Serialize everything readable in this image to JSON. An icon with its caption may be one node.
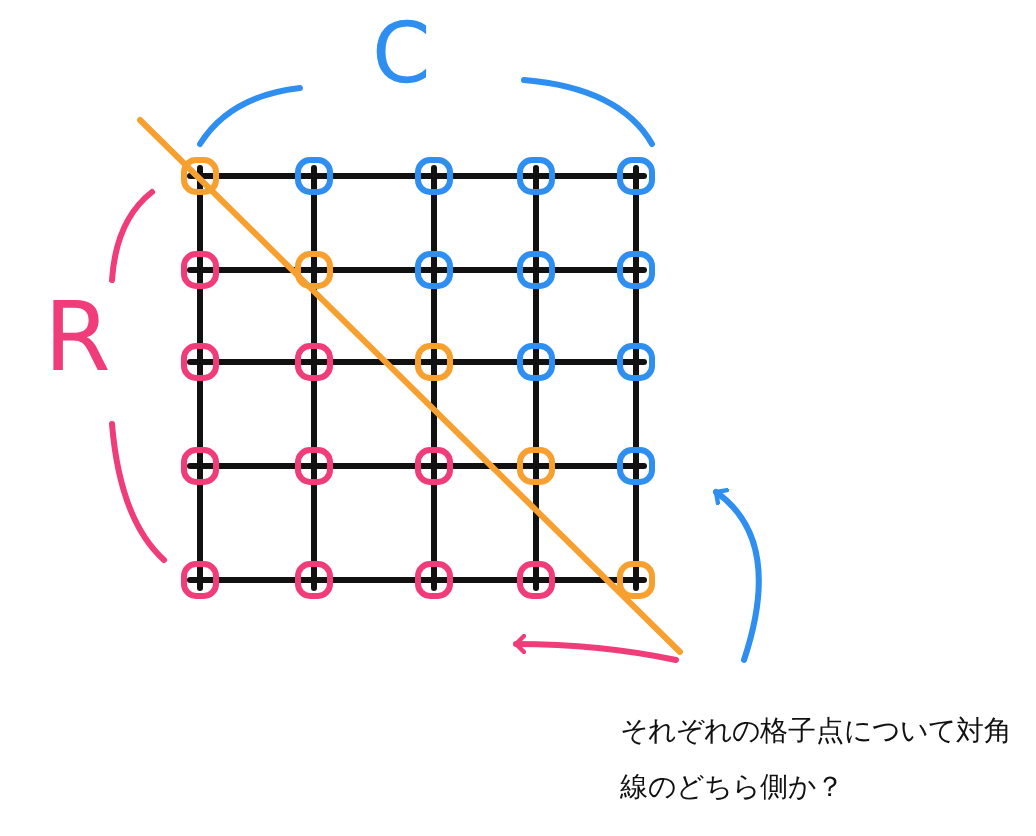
{
  "diagram": {
    "labels": [
      "C",
      "R",
      "それぞれの格子点について対角線のどちら側か？"
    ]
  }
}
